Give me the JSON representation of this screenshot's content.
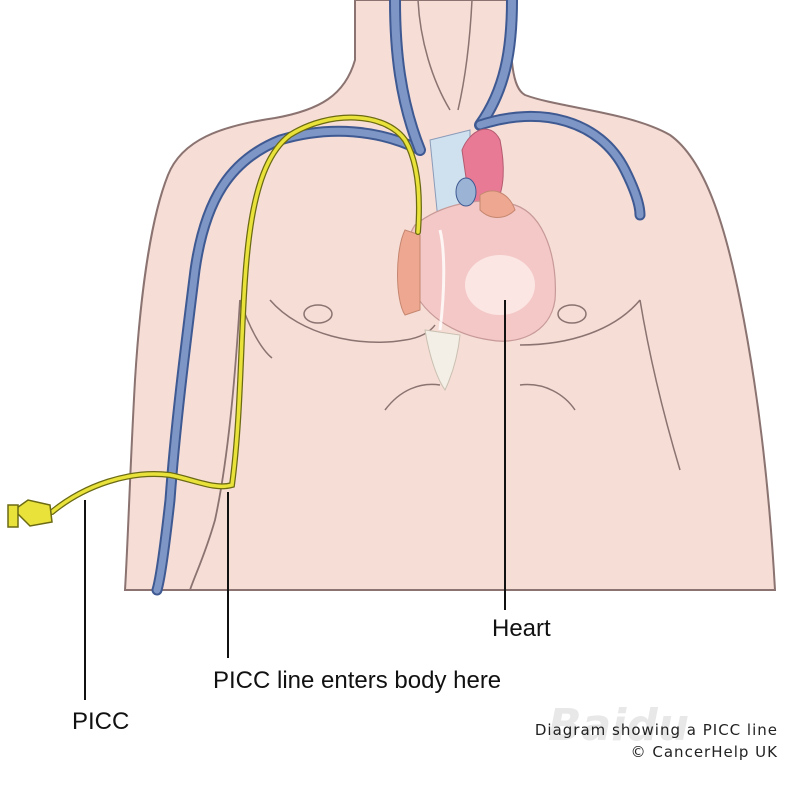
{
  "labels": {
    "heart": "Heart",
    "entry": "PICC line enters body here",
    "picc": "PICC"
  },
  "caption": {
    "line1": "Diagram showing a PICC line",
    "line2": "© CancerHelp UK"
  },
  "watermark": "Baidu",
  "colors": {
    "skin": "#f6ddd6",
    "skin_outline": "#8a7370",
    "vein": "#7d96c6",
    "vein_dark": "#3f5a92",
    "heart_pink": "#f4c8c6",
    "heart_red": "#e97a96",
    "picc_yellow": "#e8e23a",
    "picc_outline": "#6b6a12",
    "leader_line": "#111111"
  }
}
